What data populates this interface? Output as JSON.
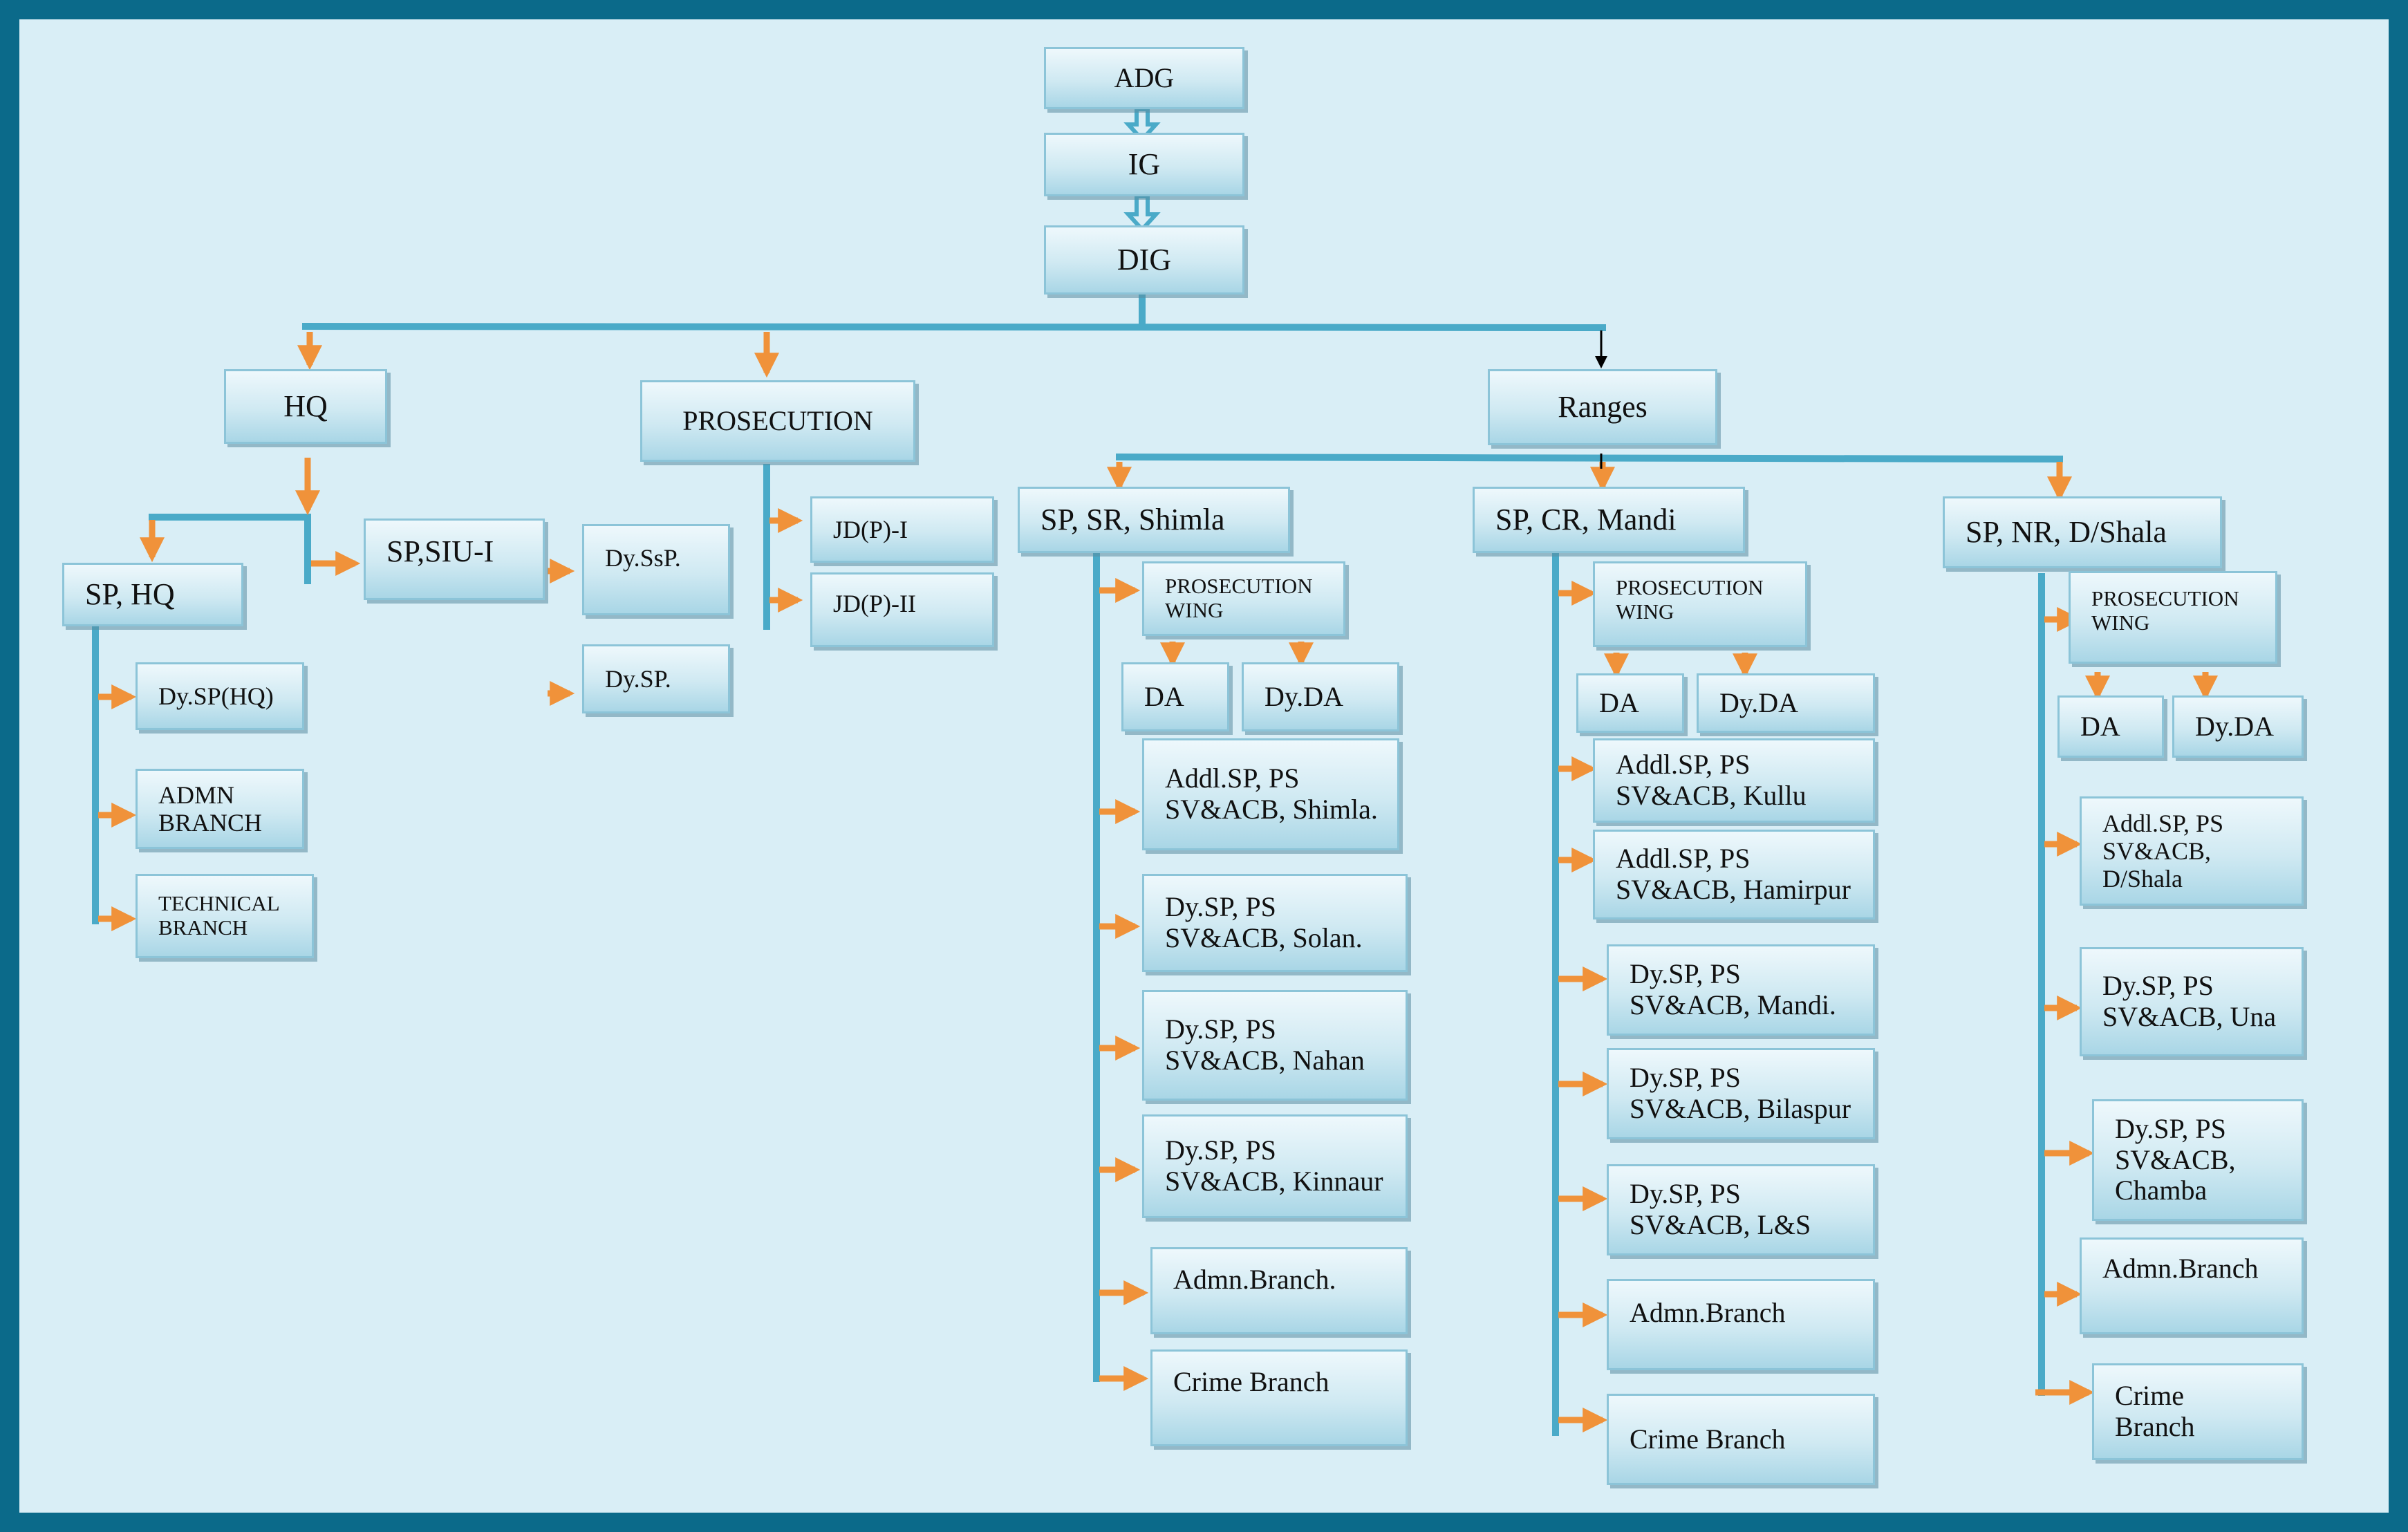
{
  "nodes": {
    "adg": "ADG",
    "ig": "IG",
    "dig": "DIG",
    "hq": "HQ",
    "prosecution": "PROSECUTION",
    "ranges": "Ranges",
    "sp_hq": "SP, HQ",
    "sp_siu": "SP,SIU-I",
    "dy_ssp": "Dy.SsP.",
    "dy_sp": "Dy.SP.",
    "jdp1": "JD(P)-I",
    "jdp2": "JD(P)-II",
    "dysp_hq": "Dy.SP(HQ)",
    "admn_branch_hq": "ADMN\nBRANCH",
    "technical_branch": "TECHNICAL\nBRANCH",
    "sp_sr": "SP, SR, Shimla",
    "sp_cr": "SP, CR, Mandi",
    "sp_nr": "SP, NR, D/Shala",
    "sr_pros_wing": "PROSECUTION\nWING",
    "sr_da": "DA",
    "sr_dyda": "Dy.DA",
    "sr_addl": "Addl.SP, PS\nSV&ACB, Shimla.",
    "sr_solan": "Dy.SP, PS\nSV&ACB, Solan.",
    "sr_nahan": "Dy.SP, PS\nSV&ACB, Nahan",
    "sr_kinnaur": "Dy.SP, PS\nSV&ACB, Kinnaur",
    "sr_admn": "Admn.Branch.",
    "sr_crime": "Crime Branch",
    "cr_pros_wing": "PROSECUTION\nWING",
    "cr_da": "DA",
    "cr_dyda": "Dy.DA",
    "cr_kullu": "Addl.SP, PS\nSV&ACB, Kullu",
    "cr_hamirpur": "Addl.SP, PS\nSV&ACB, Hamirpur",
    "cr_mandi": "Dy.SP, PS\nSV&ACB, Mandi.",
    "cr_bilaspur": "Dy.SP, PS\nSV&ACB, Bilaspur",
    "cr_ls": "Dy.SP, PS\nSV&ACB, L&S",
    "cr_admn": "Admn.Branch",
    "cr_crime": "Crime Branch",
    "nr_pros_wing": "PROSECUTION\nWING",
    "nr_da": "DA",
    "nr_dyda": "Dy.DA",
    "nr_dshala": "Addl.SP, PS\nSV&ACB,\nD/Shala",
    "nr_una": "Dy.SP, PS\nSV&ACB, Una",
    "nr_chamba": "Dy.SP, PS\nSV&ACB,\nChamba",
    "nr_admn": "Admn.Branch",
    "nr_crime": "Crime\nBranch"
  },
  "colors": {
    "frame": "#0b6a8a",
    "background": "#d9eef6",
    "connector": "#4aaac8",
    "arrow": "#f0923a"
  }
}
